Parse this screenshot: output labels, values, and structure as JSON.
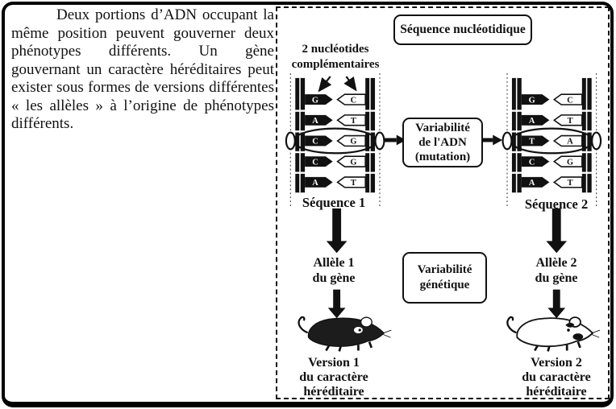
{
  "intro": {
    "paragraph": "Deux portions d’ADN occupant la même position peuvent gouverner deux phénotypes différents. Un gène gouvernant un caractère héréditaires peut exister sous formes de versions différentes « les allèles » à l’origine de phénotypes différents."
  },
  "diagram": {
    "title": "Séquence nucléotidique",
    "nucleotides_label": {
      "line1": "2 nucléotides",
      "line2": "complémentaires"
    },
    "mutation_box": {
      "line1": "Variabilité",
      "line2": "de l'ADN",
      "line3": "(mutation)"
    },
    "genetic_box": {
      "line1": "Variabilité",
      "line2": "génétique"
    },
    "left": {
      "sequence_label": "Séquence 1",
      "allele": {
        "line1": "Allèle 1",
        "line2": "du gène"
      },
      "version": {
        "line1": "Version 1",
        "line2": "du caractère",
        "line3": "héréditaire"
      },
      "mouse": "dark-mouse",
      "pairs": [
        {
          "left": "G",
          "right": "C"
        },
        {
          "left": "A",
          "right": "T"
        },
        {
          "left": "C",
          "right": "G",
          "circled": true
        },
        {
          "left": "C",
          "right": "G"
        },
        {
          "left": "A",
          "right": "T"
        }
      ]
    },
    "right": {
      "sequence_label": "Séquence 2",
      "allele": {
        "line1": "Allèle 2",
        "line2": "du gène"
      },
      "version": {
        "line1": "Version 2",
        "line2": "du caractère",
        "line3": "héréditaire"
      },
      "mouse": "light-mouse",
      "pairs": [
        {
          "left": "G",
          "right": "C"
        },
        {
          "left": "A",
          "right": "T"
        },
        {
          "left": "T",
          "right": "A",
          "circled": true
        },
        {
          "left": "C",
          "right": "G"
        },
        {
          "left": "A",
          "right": "T"
        }
      ]
    },
    "colors": {
      "ink": "#111111",
      "paper": "#ffffff"
    }
  }
}
